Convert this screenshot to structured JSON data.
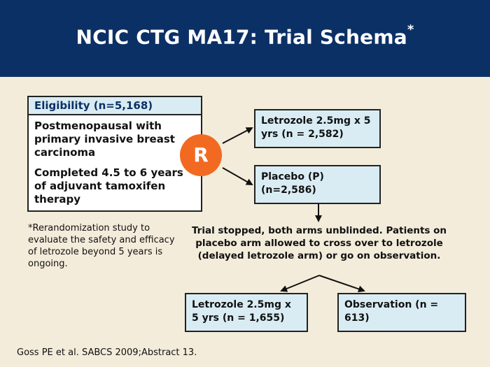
{
  "slide": {
    "title": "NCIC CTG MA17: Trial Schema",
    "title_mark": "*"
  },
  "eligibility": {
    "header": "Eligibility (n=5,168)",
    "criteria": [
      "Postmenopausal with primary invasive breast carcinoma",
      "Completed 4.5 to 6 years of adjuvant tamoxifen therapy"
    ]
  },
  "randomization": {
    "label": "R"
  },
  "arms": {
    "letrozole": "Letrozole 2.5mg x 5 yrs (n = 2,582)",
    "placebo": "Placebo (P) (n=2,586)"
  },
  "footnote": "*Rerandomization study to evaluate the safety and efficacy of letrozole beyond 5 years is ongoing.",
  "stopped_text": "Trial stopped, both arms unblinded. Patients on placebo arm allowed to cross over to letrozole (delayed letrozole arm) or go on observation.",
  "after_arms": {
    "letrozole": "Letrozole 2.5mg x 5 yrs (n = 1,655)",
    "observation": "Observation (n = 613)"
  },
  "reference": "Goss PE et al. SABCS 2009;Abstract 13.",
  "colors": {
    "header_bg": "#0b3065",
    "background": "#f3ecda",
    "box_fill": "#d9ecf3",
    "randomize": "#f26a21"
  }
}
